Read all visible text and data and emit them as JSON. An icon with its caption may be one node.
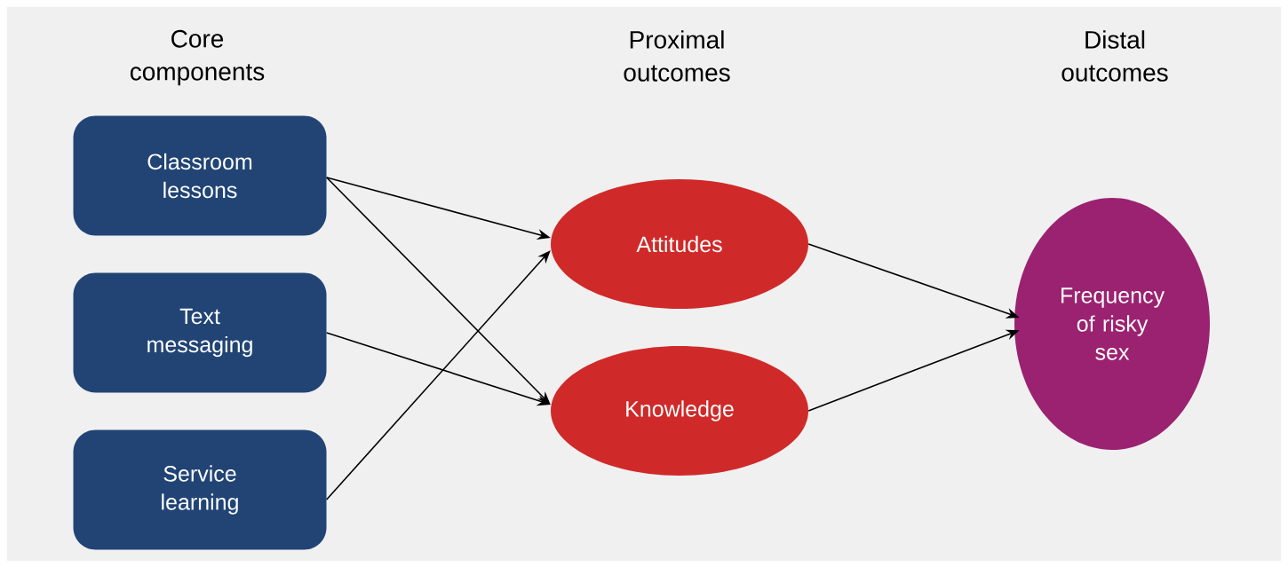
{
  "diagram": {
    "nodes": [
      {
        "text": [
          "Classroom lessons"
        ]
      },
      {
        "text": [
          "Text messaging"
        ]
      },
      {
        "text": [
          "Service learning"
        ]
      },
      {
        "text": [
          "Attitudes"
        ]
      },
      {
        "text": [
          "Knowledge"
        ]
      },
      {
        "text": [
          "Frequency of risky sex"
        ]
      }
    ],
    "edges": [
      {
        "from": 0,
        "to": 3,
        "arrow": "to"
      },
      {
        "from": 0,
        "to": 4,
        "arrow": "to"
      },
      {
        "from": 1,
        "to": 4,
        "arrow": "to"
      },
      {
        "from": 2,
        "to": 3,
        "arrow": "to"
      },
      {
        "from": 3,
        "to": 5,
        "arrow": "to"
      },
      {
        "from": 4,
        "to": 5,
        "arrow": "to"
      }
    ],
    "labels": [
      "Core components",
      "Proximal outcomes",
      "Distal outcomes"
    ]
  }
}
